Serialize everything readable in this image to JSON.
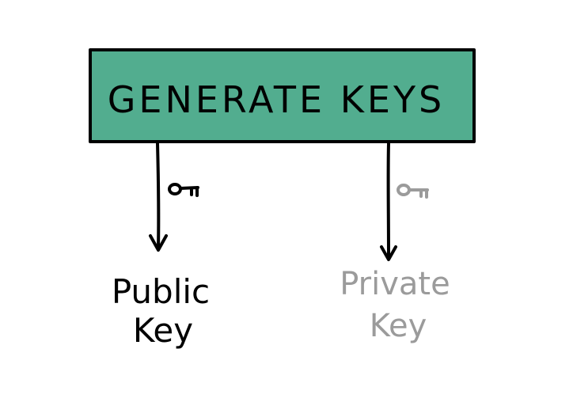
{
  "diagram": {
    "process_box": {
      "label": "GENERATE KEYS",
      "fill_color": "#52ad8f",
      "stroke_color": "#000000"
    },
    "public_key": {
      "label_line1": "Public",
      "label_line2": "Key",
      "color": "#000000",
      "icon": "key-icon"
    },
    "private_key": {
      "label_line1": "Private",
      "label_line2": "Key",
      "color": "#9b9b9b",
      "icon": "key-icon"
    }
  }
}
